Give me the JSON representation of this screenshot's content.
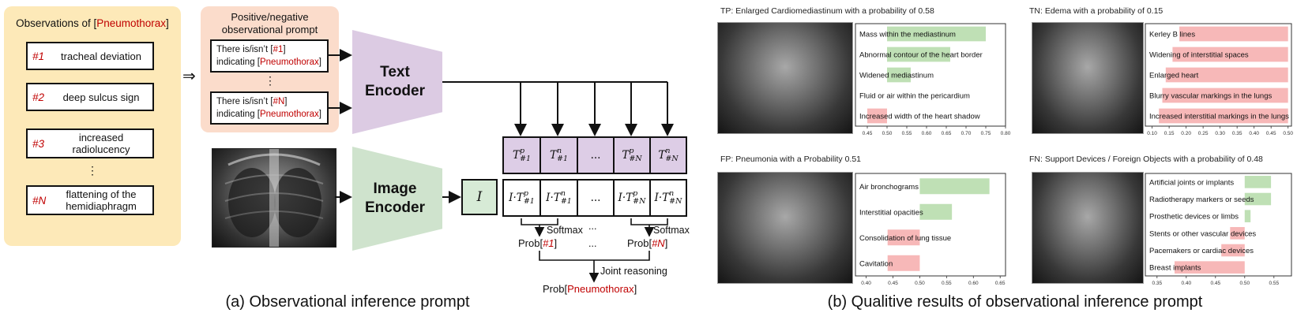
{
  "left": {
    "title_prefix": "Observations of [",
    "title_target": "Pneumothorax",
    "title_suffix": "]",
    "observations": [
      {
        "num": "#1",
        "text": "tracheal deviation"
      },
      {
        "num": "#2",
        "text": "deep sulcus sign"
      },
      {
        "num": "#3",
        "text": "increased radiolucency"
      },
      {
        "num": "#N",
        "text": "flattening of the hemidiaphragm"
      }
    ],
    "dots": "⋮",
    "implies": "⇒"
  },
  "prompt": {
    "title": "Positive/negative observational prompt",
    "box1_a": "There is/isn’t [",
    "box1_num": "#1",
    "box1_b": "]",
    "box_line2": "indicating [",
    "box_target": "Pneumothorax",
    "box_close": "]",
    "box2_num": "#N"
  },
  "encoders": {
    "text": "Text Encoder",
    "image": "Image Encoder"
  },
  "matrix": {
    "i_label": "I",
    "t_cells": [
      {
        "base": "T",
        "sup": "p",
        "sub": "#1"
      },
      {
        "base": "T",
        "sup": "n",
        "sub": "#1"
      },
      {
        "base": "...",
        "sup": "",
        "sub": ""
      },
      {
        "base": "T",
        "sup": "p",
        "sub": "#N"
      },
      {
        "base": "T",
        "sup": "n",
        "sub": "#N"
      }
    ],
    "it_prefix": "I·T",
    "ellipsis": "..."
  },
  "reasoning": {
    "softmax": "Softmax",
    "prob_prefix": "Prob[",
    "prob1": "#1",
    "probN": "#N",
    "prob_suffix": "]",
    "dots": "...",
    "joint": "Joint reasoning",
    "final_target": "Pneumothorax"
  },
  "captions": {
    "a": "(a) Observational inference prompt",
    "b": "(b) Qualitive results of observational inference prompt"
  },
  "colors": {
    "pos": "#bfe0b5",
    "neg": "#f7b8b8",
    "red": "#c00000"
  },
  "chart_data": [
    {
      "type": "bar",
      "title": "TP: Enlarged Cardiomediastinum with a probability of 0.58",
      "categories": [
        "Mass within the mediastinum",
        "Abnormal contour of the heart border",
        "Widened mediastinum",
        "Fluid or air within the pericardium",
        "Increased width of the heart shadow"
      ],
      "values": [
        0.75,
        0.66,
        0.56,
        0.5,
        0.45
      ],
      "baseline": 0.5,
      "xlim": [
        0.42,
        0.8
      ],
      "xticks": [
        "0.45",
        "0.50",
        "0.55",
        "0.60",
        "0.65",
        "0.70",
        "0.75",
        "0.80"
      ]
    },
    {
      "type": "bar",
      "title": "TN: Edema with a probability of 0.15",
      "categories": [
        "Kerley B lines",
        "Widening of interstitial spaces",
        "Enlarged heart",
        "Blurry vascular markings in the lungs",
        "Increased interstitial markings in the lungs"
      ],
      "values": [
        0.18,
        0.16,
        0.14,
        0.13,
        0.12
      ],
      "baseline": 0.5,
      "xlim": [
        0.08,
        0.51
      ],
      "xticks": [
        "0.10",
        "0.15",
        "0.20",
        "0.25",
        "0.30",
        "0.35",
        "0.40",
        "0.45",
        "0.50"
      ]
    },
    {
      "type": "bar",
      "title": "FP: Pneumonia with a Probability 0.51",
      "categories": [
        "Air bronchograms",
        "Interstitial opacities",
        "Consolidation of lung tissue",
        "Cavitation"
      ],
      "values": [
        0.63,
        0.56,
        0.44,
        0.44
      ],
      "baseline": 0.5,
      "xlim": [
        0.38,
        0.66
      ],
      "xticks": [
        "0.40",
        "0.45",
        "0.50",
        "0.55",
        "0.60",
        "0.65"
      ]
    },
    {
      "type": "bar",
      "title": "FN: Support Devices / Foreign Objects with a probability of 0.48",
      "categories": [
        "Artificial joints or implants",
        "Radiotherapy markers or seeds",
        "Prosthetic devices or limbs",
        "Stents or other vascular devices",
        "Pacemakers or cardiac devices",
        "Breast implants"
      ],
      "values": [
        0.545,
        0.545,
        0.51,
        0.475,
        0.46,
        0.38
      ],
      "baseline": 0.5,
      "xlim": [
        0.33,
        0.58
      ],
      "xticks": [
        "0.35",
        "0.40",
        "0.45",
        "0.50",
        "0.55"
      ]
    }
  ]
}
